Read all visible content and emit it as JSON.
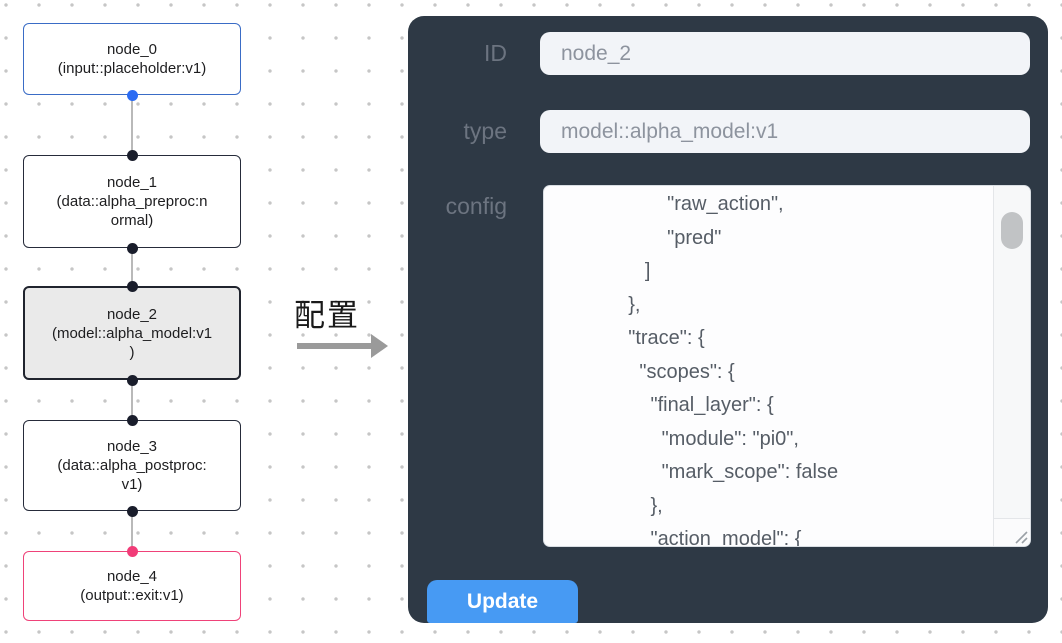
{
  "graph": {
    "nodes": [
      {
        "title": "node_0",
        "lines": [
          "(input::placeholder:v1)"
        ],
        "variant": "input"
      },
      {
        "title": "node_1",
        "lines": [
          "(data::alpha_preproc:n",
          "ormal)"
        ],
        "variant": "default"
      },
      {
        "title": "node_2",
        "lines": [
          "(model::alpha_model:v1",
          ")"
        ],
        "variant": "selected"
      },
      {
        "title": "node_3",
        "lines": [
          "(data::alpha_postproc:",
          "v1)"
        ],
        "variant": "default"
      },
      {
        "title": "node_4",
        "lines": [
          "(output::exit:v1)"
        ],
        "variant": "output"
      }
    ],
    "edge_count": 4
  },
  "transition": {
    "label": "配置"
  },
  "panel": {
    "id_label": "ID",
    "id_value": "node_2",
    "type_label": "type",
    "type_value": "model::alpha_model:v1",
    "config_label": "config",
    "config_text": "                    \"raw_action\",\n                    \"pred\"\n                ]\n             },\n             \"trace\": {\n               \"scopes\": {\n                 \"final_layer\": {\n                   \"module\": \"pi0\",\n                   \"mark_scope\": false\n                 },\n                 \"action_model\": {",
    "update_label": "Update"
  },
  "colors": {
    "panel_bg": "#2e3945",
    "input_bg": "#f2f4f8",
    "button_blue": "#479af3",
    "node_input_border": "#3a6cc6",
    "node_default_border": "#262b3a",
    "node_output_border": "#ef4279",
    "node_selected_bg": "#eaeaea",
    "handle_blue": "#2b6bf3",
    "handle_dark": "#191d2b",
    "handle_pink": "#f13c78",
    "edge_gray": "#b9b9b9",
    "config_text_color": "#565d66"
  }
}
